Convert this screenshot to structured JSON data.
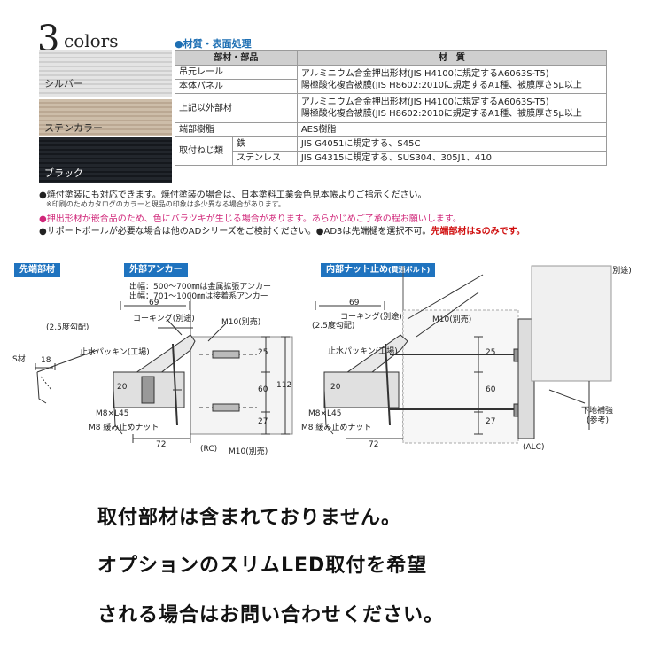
{
  "header": {
    "title_num": "3",
    "title_word": "colors"
  },
  "swatches": [
    {
      "label": "シルバー",
      "color": "#d9d9d9"
    },
    {
      "label": "ステンカラー",
      "color": "#c9b9a6"
    },
    {
      "label": "ブラック",
      "color": "#1e2228"
    }
  ],
  "materials": {
    "heading": "●材質・表面処理",
    "col_part": "部材・部品",
    "col_material": "材　質",
    "rows": {
      "r1_part": "吊元レール",
      "r1_mat": "アルミニウム合金押出形材(JIS H4100に規定するA6063S-T5)",
      "r2_part": "本体パネル",
      "r2_mat": "陽極酸化複合被膜(JIS H8602:2010に規定するA1種、被膜厚さ5μ以上",
      "r3_part": "上記以外部材",
      "r3_mat1": "アルミニウム合金押出形材(JIS H4100に規定するA6063S-T5)",
      "r3_mat2": "陽極酸化複合被膜(JIS H8602:2010に規定するA1種、被膜厚さ5μ以上",
      "r4_part": "端部樹脂",
      "r4_mat": "AES樹脂",
      "r5_part": "取付ねじ類",
      "r5_sub1": "鉄",
      "r5_mat1": "JIS G4051に規定する、S45C",
      "r5_sub2": "ステンレス",
      "r5_mat2": "JIS G4315に規定する、SUS304、305J1、410"
    }
  },
  "notes": {
    "n1": "●焼付塗装にも対応できます。焼付塗装の場合は、日本塗料工業会色見本帳よりご指示ください。",
    "n2": "※印刷のためカタログのカラーと現品の印象は多少異なる場合があります。",
    "n3": "●押出形材が嵌合品のため、色にバラツキが生じる場合があります。あらかじめご了承の程お願いします。",
    "n4a": "●サポートポールが必要な場合は他のADシリーズをご検討ください。●AD3は先端樋を選択不可。",
    "n4b": "先端部材はSのみです。"
  },
  "drawings": {
    "tag1": "先端部材",
    "tag2": "外部アンカー",
    "tag3": "内部ナット止め",
    "tag3_sub": "(貫通ボルト)",
    "caulk_legend": ":コーキング材部位(別途)",
    "anchor_note1": "出幅：500〜700㎜は金属拡張アンカー",
    "anchor_note2": "出幅：701〜1000㎜は接着系アンカー",
    "slope": "(2.5度勾配)",
    "s_mat": "S材",
    "dim18": "18",
    "dim69": "69",
    "caulk": "コーキング(別途)",
    "m10": "M10(別売)",
    "seal": "止水パッキン(工場)",
    "dim20": "20",
    "dim25": "25",
    "dim60": "60",
    "dim27": "27",
    "dim112": "112",
    "m8": "M8×L45",
    "m8nut": "M8 緩み止めナット",
    "dim72": "72",
    "rc": "(RC)",
    "m10b": "M10(別売)",
    "alc": "(ALC)",
    "reinforce1": "下地補強",
    "reinforce2": "(参考)"
  },
  "message": {
    "line1": "取付部材は含まれておりません。",
    "line2": "オプションのスリムLED取付を希望",
    "line3": "される場合はお問い合わせください。"
  }
}
